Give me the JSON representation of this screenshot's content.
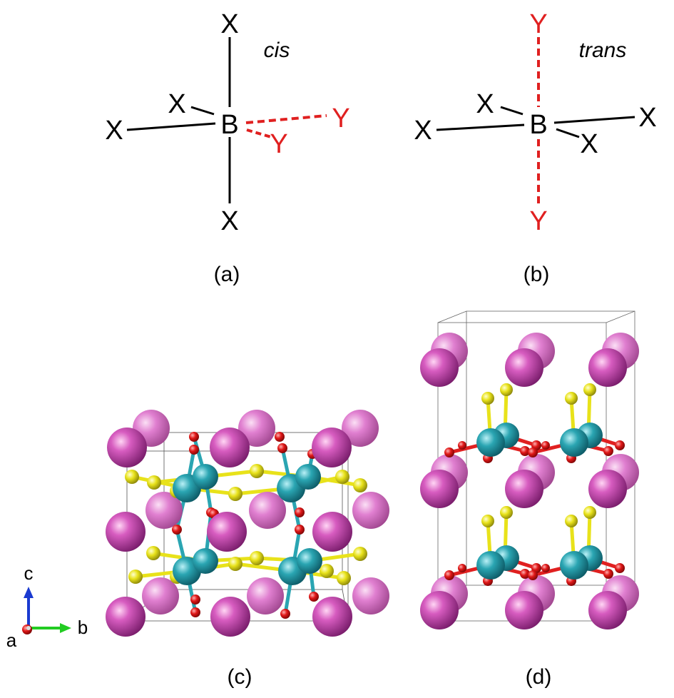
{
  "panel_a": {
    "central_atom": "B",
    "ligand_x": "X",
    "ligand_y": "Y",
    "isomer_label": "cis",
    "caption": "(a)"
  },
  "panel_b": {
    "central_atom": "B",
    "ligand_x": "X",
    "ligand_y": "Y",
    "isomer_label": "trans",
    "caption": "(b)"
  },
  "panel_c": {
    "caption": "(c)"
  },
  "panel_d": {
    "caption": "(d)"
  },
  "axes": {
    "a": "a",
    "b": "b",
    "c": "c"
  },
  "colors": {
    "bond_x": "#000000",
    "bond_y": "#e02020",
    "atom_large": "#b03aa0",
    "atom_metal": "#2a9aa8",
    "atom_yellow": "#e2dc1c",
    "atom_red": "#d01010",
    "axis_a": "#b01010",
    "axis_b": "#22cc22",
    "axis_c": "#1a3ad0"
  }
}
